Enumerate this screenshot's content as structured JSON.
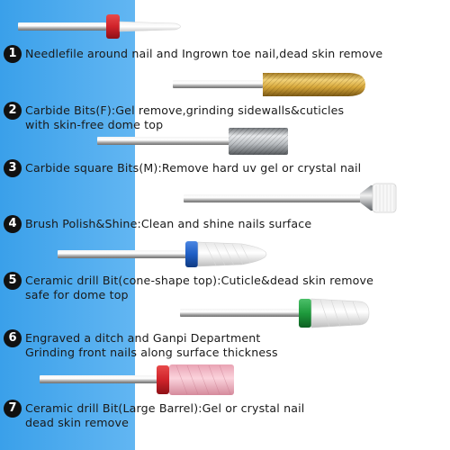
{
  "items": [
    {
      "number": "1",
      "lines": [
        "Needlefile around nail and Ingrown toe nail,dead skin remove"
      ]
    },
    {
      "number": "2",
      "lines": [
        "Carbide Bits(F):Gel remove,grinding sidewalls&cuticles",
        "with skin-free dome top"
      ]
    },
    {
      "number": "3",
      "lines": [
        "Carbide square Bits(M):Remove hard uv gel or crystal nail"
      ]
    },
    {
      "number": "4",
      "lines": [
        "Brush Polish&Shine:Clean and shine nails surface"
      ]
    },
    {
      "number": "5",
      "lines": [
        "Ceramic drill Bit(cone-shape top):Cuticle&dead skin remove",
        "safe for dome top"
      ]
    },
    {
      "number": "6",
      "lines": [
        "Engraved a ditch and Ganpi Department",
        "Grinding front nails along surface thickness"
      ]
    },
    {
      "number": "7",
      "lines": [
        "Ceramic drill Bit(Large Barrel):Gel or crystal nail",
        "dead skin remove"
      ]
    }
  ],
  "colors": {
    "background_band": "#4aa8ee",
    "band_red": "#d0232a",
    "band_blue": "#1f5ec4",
    "band_green": "#1e9a3c",
    "ceramic_pink": "#f4b8c6",
    "carbide_gold": "#d8a93c",
    "carbide_silver": "#b8bcc0"
  }
}
